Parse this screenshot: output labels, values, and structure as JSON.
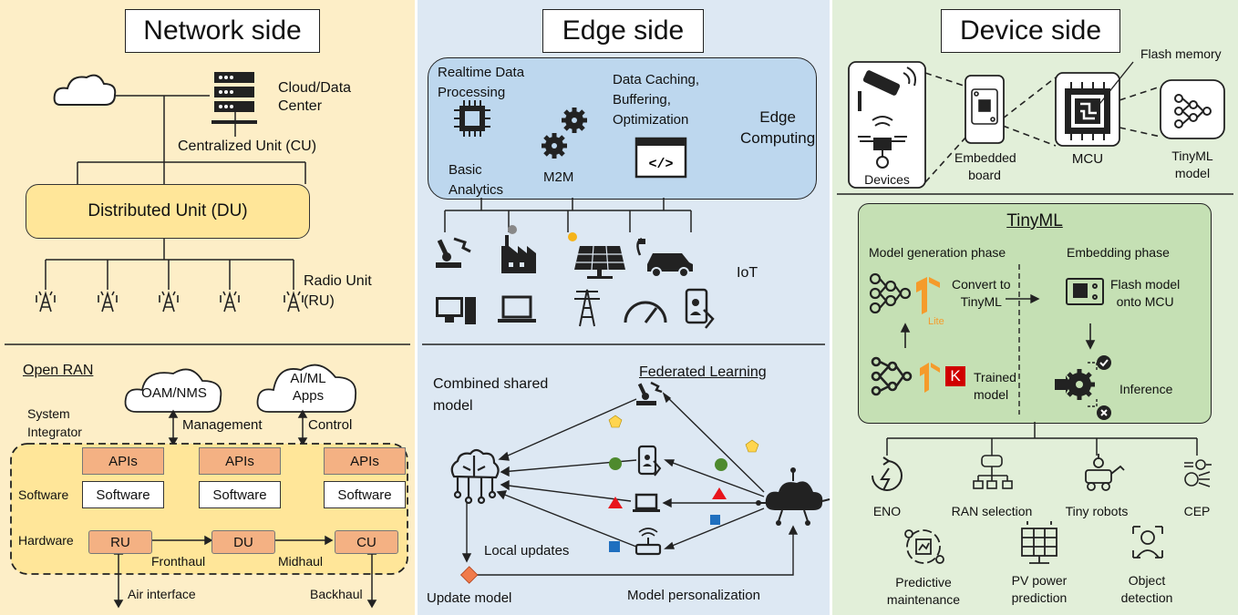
{
  "network": {
    "title": "Network side",
    "cloud_dc": "Cloud/Data\nCenter",
    "cu": "Centralized Unit (CU)",
    "du": "Distributed Unit (DU)",
    "ru": "Radio Unit\n(RU)",
    "open_ran": "Open RAN",
    "oam": "OAM/NMS",
    "aiml": "AI/ML\nApps",
    "system_integrator": "System\nIntegrator",
    "management": "Management",
    "control": "Control",
    "apis": [
      "APIs",
      "APIs",
      "APIs"
    ],
    "software_row": "Software",
    "software_boxes": [
      "Software",
      "Software",
      "Software"
    ],
    "hardware_row": "Hardware",
    "hw_boxes": [
      "RU",
      "DU",
      "CU"
    ],
    "fronthaul": "Fronthaul",
    "midhaul": "Midhaul",
    "air_interface": "Air interface",
    "backhaul": "Backhaul"
  },
  "edge": {
    "title": "Edge side",
    "realtime": "Realtime Data\nProcessing",
    "caching": "Data Caching,\nBuffering,\nOptimization",
    "edge_computing": "Edge\nComputing",
    "basic_analytics": "Basic\nAnalytics",
    "m2m": "M2M",
    "iot": "IoT",
    "combined": "Combined shared\nmodel",
    "federated": "Federated Learning",
    "local_updates": "Local updates",
    "update_model": "Update model",
    "personalization": "Model personalization"
  },
  "device": {
    "title": "Device side",
    "flash_memory": "Flash memory",
    "devices": "Devices",
    "embedded_board": "Embedded\nboard",
    "mcu": "MCU",
    "tinyml_model": "TinyML\nmodel",
    "tinyml": "TinyML",
    "model_gen_phase": "Model generation phase",
    "embedding_phase": "Embedding phase",
    "convert": "Convert to\nTinyML",
    "lite": "Lite",
    "flash_model": "Flash model\nonto MCU",
    "trained_model": "Trained\nmodel",
    "keras_letter": "K",
    "inference": "Inference",
    "apps": [
      "ENO",
      "RAN selection",
      "Tiny robots",
      "CEP",
      "Predictive\nmaintenance",
      "PV power\nprediction",
      "Object\ndetection"
    ]
  },
  "colors": {
    "network_bg": "#fdeec7",
    "edge_bg": "#dde8f3",
    "device_bg": "#e2efd9",
    "du_fill": "#ffe699",
    "api_fill": "#f4b183",
    "edge_cloud_fill": "#bdd7ee",
    "tinyml_fill": "#c5e0b4",
    "pentagon": "#ffd54f",
    "circle": "#4e8a2e",
    "triangle": "#e8141c",
    "square": "#1f6fbf",
    "diamond": "#f07a4a",
    "tf_orange": "#f59b2b",
    "keras_red": "#d00000"
  }
}
